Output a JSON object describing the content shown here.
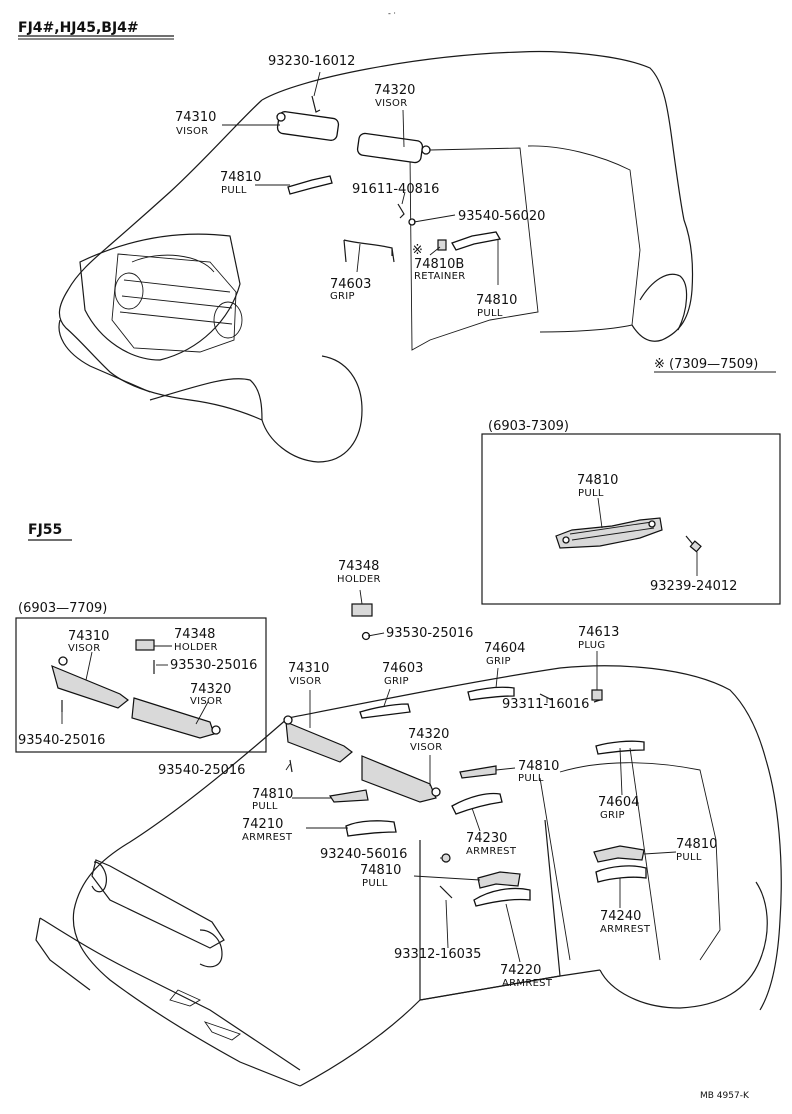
{
  "sections": {
    "top_header": "FJ4#,HJ45,BJ4#",
    "bottom_header": "FJ55"
  },
  "ranges": {
    "note_range": "※ (7309—7509)",
    "box_pull": "(6903-7309)",
    "box_visor": "(6903—7709)"
  },
  "top": [
    {
      "num": "93230-16012",
      "sub": ""
    },
    {
      "num": "74320",
      "sub": "VISOR"
    },
    {
      "num": "74310",
      "sub": "VISOR"
    },
    {
      "num": "74810",
      "sub": "PULL"
    },
    {
      "num": "91611-40816",
      "sub": ""
    },
    {
      "num": "93540-56020",
      "sub": ""
    },
    {
      "num": "※",
      "sub": ""
    },
    {
      "num": "74810B",
      "sub": "RETAINER"
    },
    {
      "num": "74603",
      "sub": "GRIP"
    },
    {
      "num": "74810",
      "sub": "PULL"
    }
  ],
  "box_pull_parts": [
    {
      "num": "74810",
      "sub": "PULL"
    },
    {
      "num": "93239-24012",
      "sub": ""
    }
  ],
  "box_visor_parts": [
    {
      "num": "74310",
      "sub": "VISOR"
    },
    {
      "num": "74348",
      "sub": "HOLDER"
    },
    {
      "num": "93530-25016",
      "sub": ""
    },
    {
      "num": "74320",
      "sub": "VISOR"
    },
    {
      "num": "93540-25016",
      "sub": ""
    }
  ],
  "bottom": [
    {
      "num": "74348",
      "sub": "HOLDER"
    },
    {
      "num": "93530-25016",
      "sub": ""
    },
    {
      "num": "74604",
      "sub": "GRIP"
    },
    {
      "num": "74613",
      "sub": "PLUG"
    },
    {
      "num": "74310",
      "sub": "VISOR"
    },
    {
      "num": "74603",
      "sub": "GRIP"
    },
    {
      "num": "93311-16016",
      "sub": ""
    },
    {
      "num": "74320",
      "sub": "VISOR"
    },
    {
      "num": "93540-25016",
      "sub": ""
    },
    {
      "num": "74810",
      "sub": "PULL"
    },
    {
      "num": "74604",
      "sub": "GRIP"
    },
    {
      "num": "74810",
      "sub": "PULL"
    },
    {
      "num": "74210",
      "sub": "ARMREST"
    },
    {
      "num": "74230",
      "sub": "ARMREST"
    },
    {
      "num": "74810",
      "sub": "PULL"
    },
    {
      "num": "93240-56016",
      "sub": ""
    },
    {
      "num": "74810",
      "sub": "PULL"
    },
    {
      "num": "74240",
      "sub": "ARMREST"
    },
    {
      "num": "93312-16035",
      "sub": ""
    },
    {
      "num": "74220",
      "sub": "ARMREST"
    }
  ],
  "footer": "MB 4957-K"
}
